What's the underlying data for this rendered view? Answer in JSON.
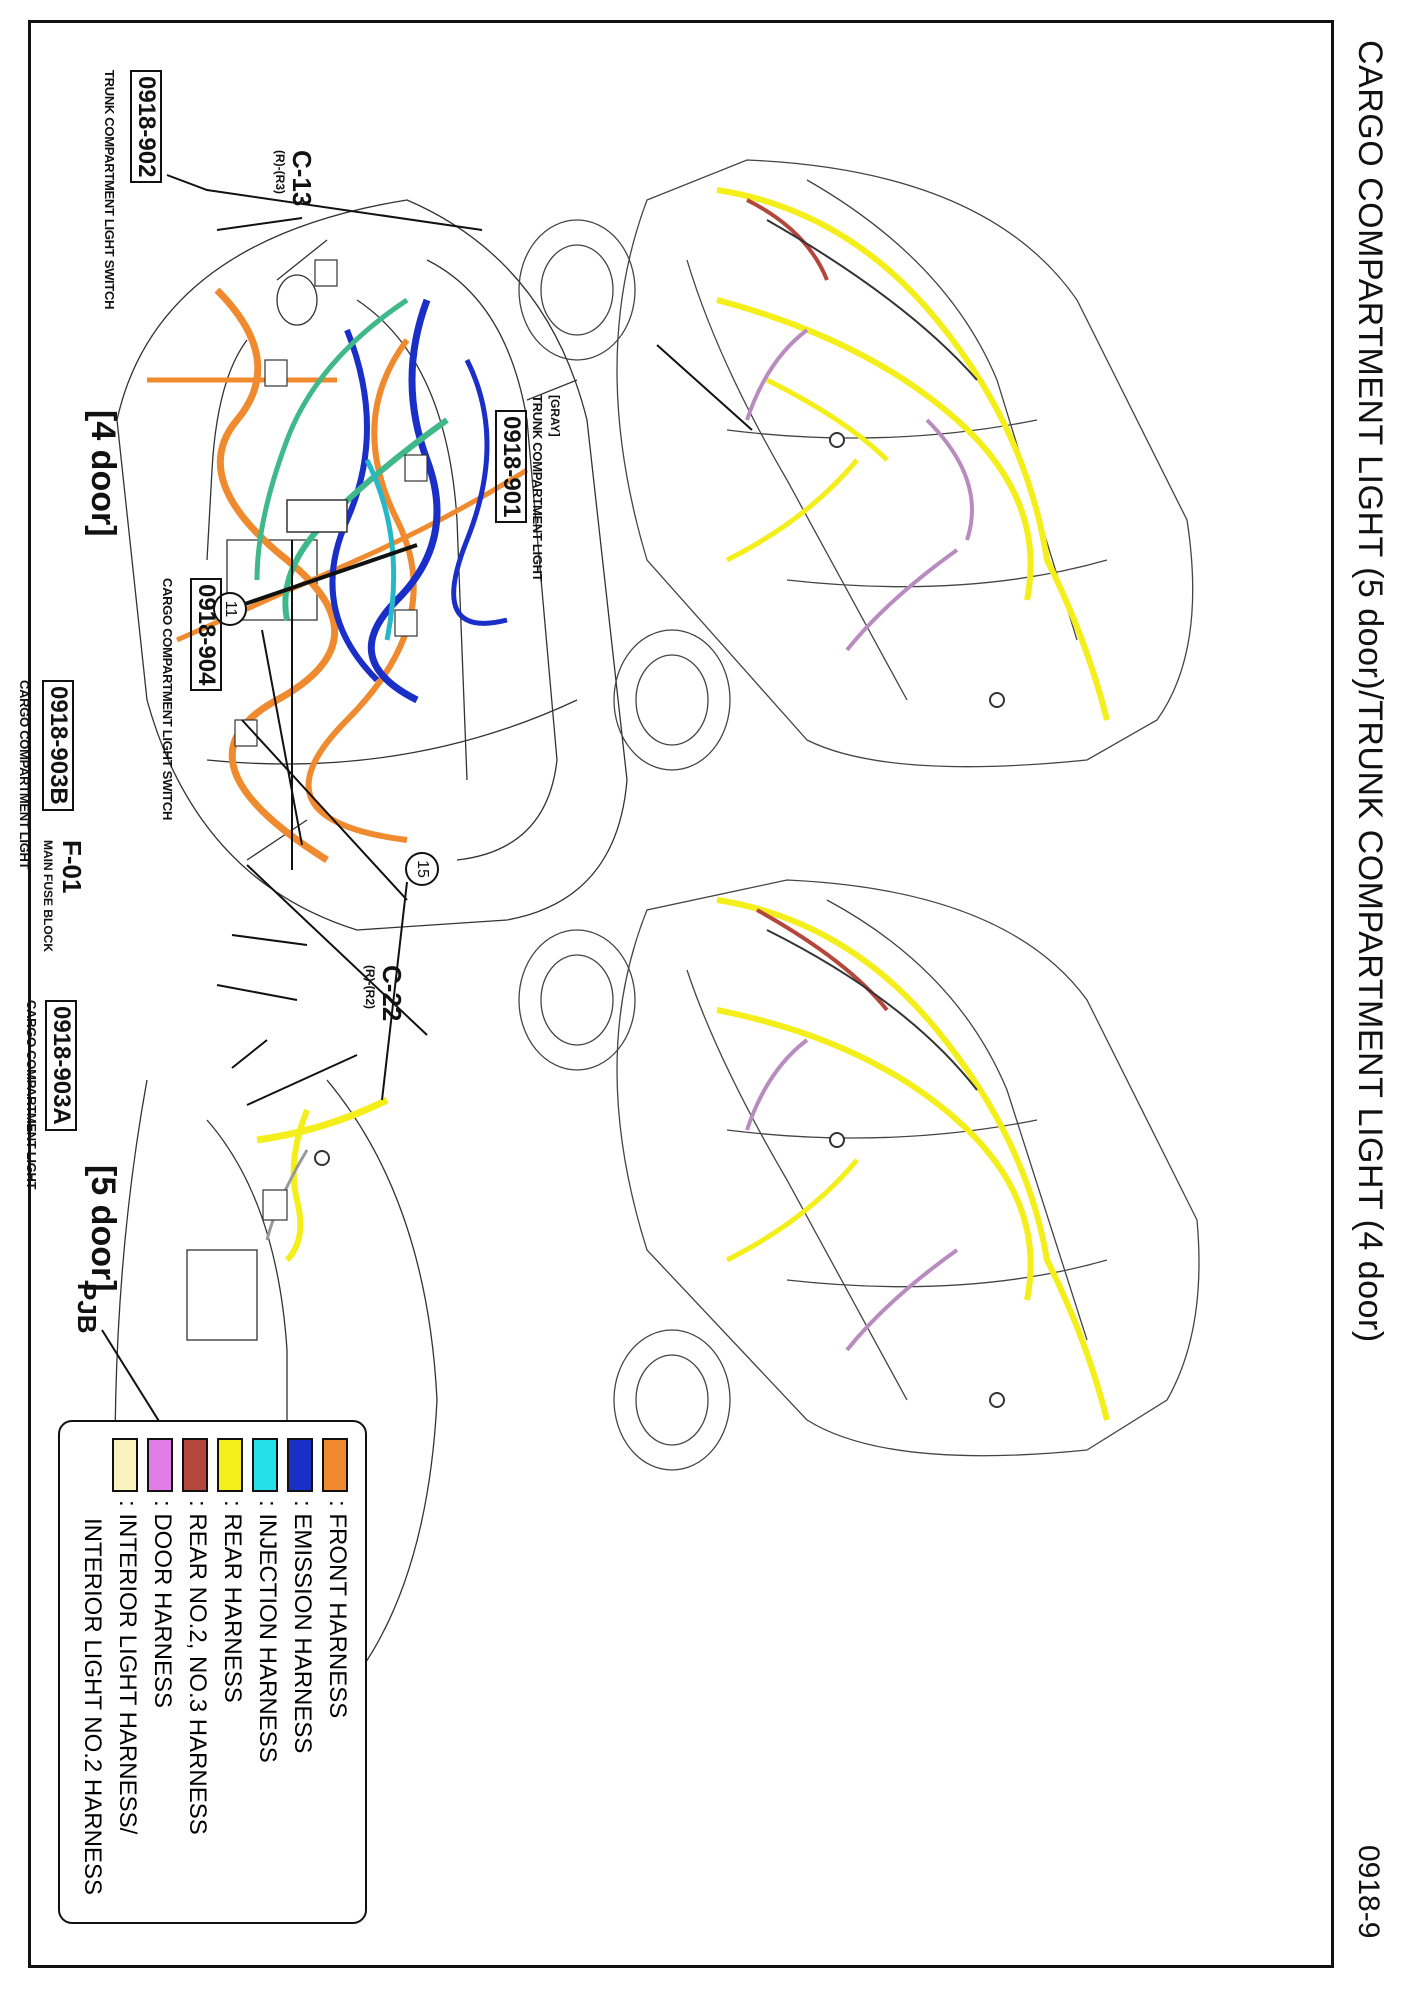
{
  "header": {
    "title": "CARGO COMPARTMENT LIGHT (5 door)/TRUNK COMPARTMENT LIGHT (4 door)",
    "page_number": "0918-9"
  },
  "four_door": {
    "label": "[4 door]",
    "callouts": [
      {
        "code": "0918-902",
        "desc": "TRUNK COMPARTMENT LIGHT SWITCH"
      },
      {
        "code": "0918-901",
        "prefix": "[GRAY]",
        "desc": "TRUNK COMPARTMENT LIGHT"
      }
    ],
    "connector": {
      "code": "C-13",
      "sub": "(R)-(R3)"
    },
    "circle": "11"
  },
  "five_door": {
    "label": "[5 door]",
    "callouts": [
      {
        "code": "0918-904",
        "desc": "CARGO COMPARTMENT LIGHT SWITCH"
      },
      {
        "code": "0918-903B",
        "desc": "CARGO COMPARTMENT LIGHT"
      },
      {
        "code": "0918-903A",
        "desc": "CARGO COMPARTMENT LIGHT"
      }
    ],
    "connector": {
      "code": "C-22",
      "sub": "(R)-(R2)"
    },
    "circle": "15"
  },
  "engine_bay": {
    "connector": {
      "code": "F-01",
      "desc": "MAIN FUSE BLOCK"
    }
  },
  "passenger": {
    "label": "PJB"
  },
  "legend": [
    {
      "color": "#f08a2e",
      "label": ": FRONT HARNESS"
    },
    {
      "color": "#1a2ec8",
      "label": ": EMISSION HARNESS"
    },
    {
      "color": "#26e0e8",
      "label": ": INJECTION HARNESS"
    },
    {
      "color": "#f4ee1a",
      "label": ": REAR HARNESS"
    },
    {
      "color": "#b4463c",
      "label": ": REAR NO.2, NO.3 HARNESS"
    },
    {
      "color": "#e27de8",
      "label": ": DOOR HARNESS"
    },
    {
      "color": "#f8f3bf",
      "label": ": INTERIOR LIGHT HARNESS/"
    },
    {
      "color": "",
      "label": "INTERIOR LIGHT NO.2 HARNESS"
    }
  ]
}
